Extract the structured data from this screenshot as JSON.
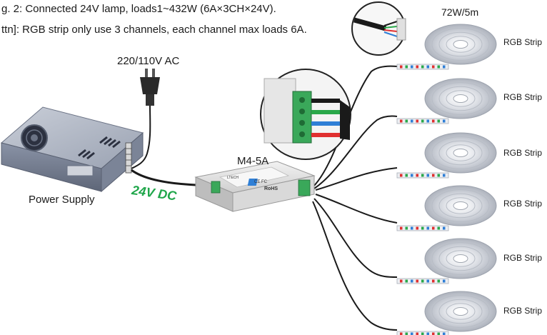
{
  "caption": {
    "line1": "g. 2: Connected 24V lamp, loads1~432W (6A×3CH×24V).",
    "line2": "ttn]: RGB strip only use 3 channels, each channel max loads 6A."
  },
  "labels": {
    "ac_input": "220/110V AC",
    "power_supply": "Power Supply",
    "dc_output": "24V DC",
    "controller": "M4-5A",
    "strip_rating": "72W/5m"
  },
  "strips": [
    {
      "label": "RGB Strip"
    },
    {
      "label": "RGB Strip"
    },
    {
      "label": "RGB Strip"
    },
    {
      "label": "RGB Strip"
    },
    {
      "label": "RGB Strip"
    },
    {
      "label": "RGB Strip"
    }
  ],
  "controller_face": {
    "brand": "LTECH",
    "certs": "CE FC",
    "rohs": "RoHS"
  },
  "colors": {
    "dc_label": "#1fa64a",
    "cable": "#1a1a1a",
    "wire_red": "#e03030",
    "wire_green": "#2aa84a",
    "wire_blue": "#2f7fd6",
    "terminal_green": "#3aa85a",
    "psu_body": "#8c95a8"
  }
}
